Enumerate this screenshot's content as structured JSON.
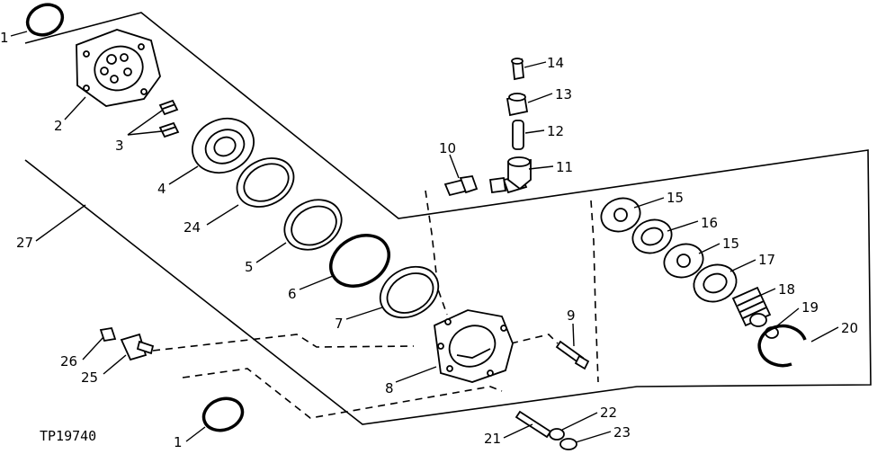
{
  "figure_id": "TP19740",
  "callouts": {
    "c1a": "1",
    "c1b": "1",
    "c2": "2",
    "c3": "3",
    "c4": "4",
    "c5": "5",
    "c6": "6",
    "c7": "7",
    "c8": "8",
    "c9": "9",
    "c10": "10",
    "c11": "11",
    "c12": "12",
    "c13": "13",
    "c14": "14",
    "c15a": "15",
    "c15b": "15",
    "c16": "16",
    "c17": "17",
    "c18": "18",
    "c19": "19",
    "c20": "20",
    "c21": "21",
    "c22": "22",
    "c23": "23",
    "c24": "24",
    "c25": "25",
    "c26": "26",
    "c27": "27"
  }
}
